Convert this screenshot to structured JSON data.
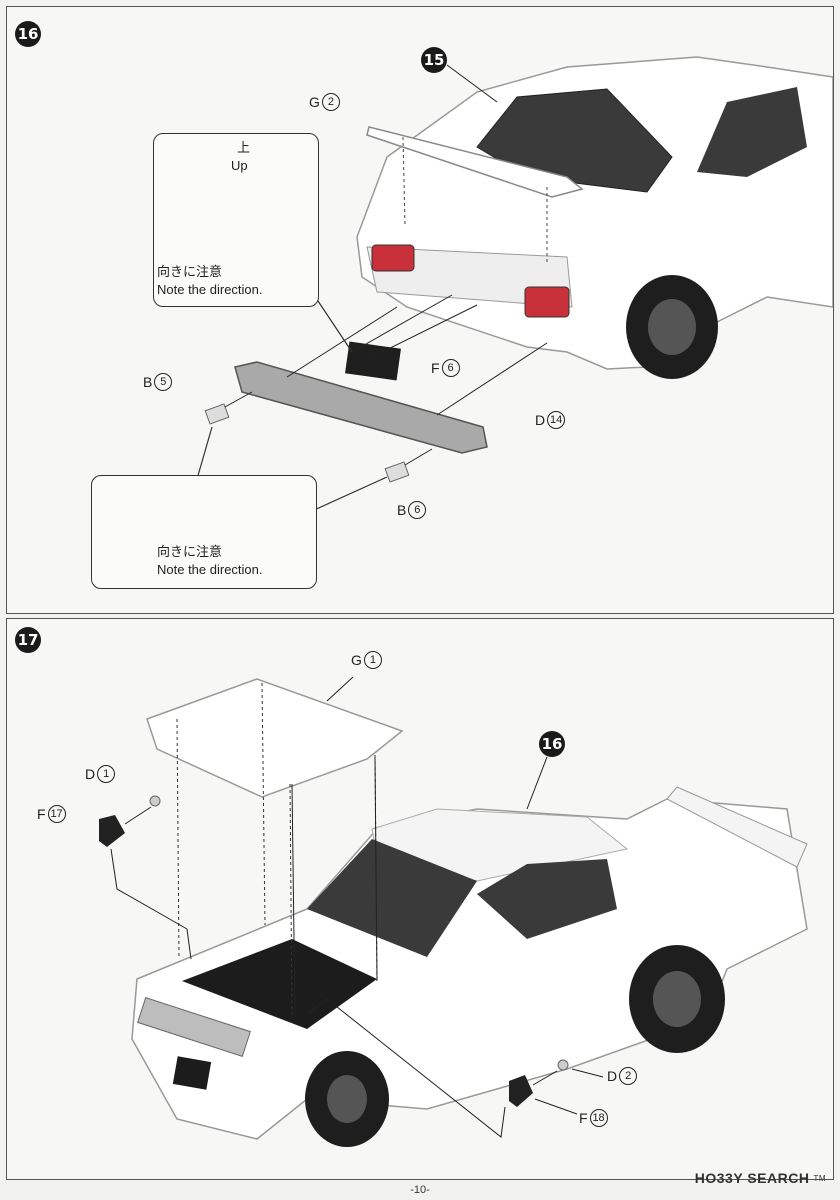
{
  "steps": [
    {
      "number": "16",
      "body_ref": "15",
      "parts": [
        {
          "letter": "G",
          "num": "2"
        },
        {
          "letter": "F",
          "num": "6"
        },
        {
          "letter": "B",
          "num": "5"
        },
        {
          "letter": "D",
          "num": "14"
        },
        {
          "letter": "B",
          "num": "6"
        }
      ],
      "notes": [
        {
          "ja_up": "上",
          "en_up": "Up",
          "ja": "向きに注意",
          "en": "Note the direction."
        },
        {
          "ja": "向きに注意",
          "en": "Note the direction."
        }
      ]
    },
    {
      "number": "17",
      "body_ref": "16",
      "parts": [
        {
          "letter": "G",
          "num": "1"
        },
        {
          "letter": "D",
          "num": "1"
        },
        {
          "letter": "F",
          "num": "17"
        },
        {
          "letter": "D",
          "num": "2"
        },
        {
          "letter": "F",
          "num": "18"
        }
      ]
    }
  ],
  "footer": {
    "page_number": "-10-",
    "watermark": "HO33Y SEARCH",
    "watermark_mark": "TM"
  }
}
